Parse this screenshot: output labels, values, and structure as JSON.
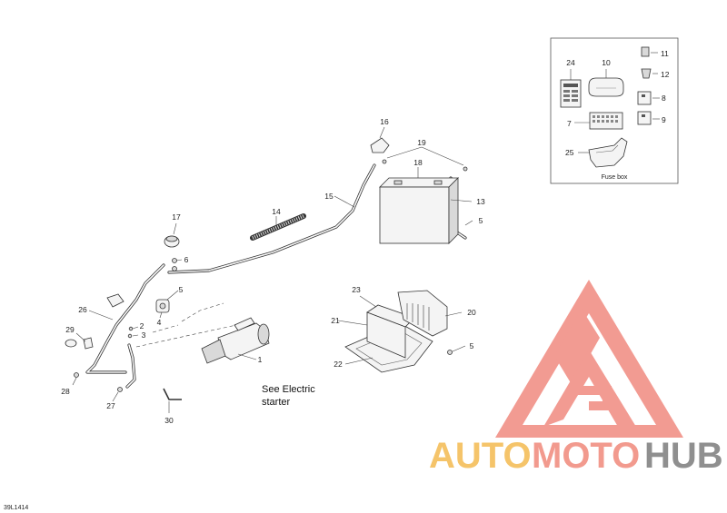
{
  "diagram_code": "39L1414",
  "callouts": {
    "c1": "1",
    "c2": "2",
    "c3": "3",
    "c4": "4",
    "c5a": "5",
    "c5b": "5",
    "c5c": "5",
    "c6": "6",
    "c7": "7",
    "c8": "8",
    "c9": "9",
    "c10": "10",
    "c11": "11",
    "c12": "12",
    "c13": "13",
    "c14": "14",
    "c15": "15",
    "c16": "16",
    "c17": "17",
    "c18": "18",
    "c19": "19",
    "c20": "20",
    "c21": "21",
    "c22": "22",
    "c23": "23",
    "c24": "24",
    "c25": "25",
    "c26": "26",
    "c27": "27",
    "c28": "28",
    "c29": "29",
    "c30": "30"
  },
  "starter_note": {
    "line1": "See Electric",
    "line2": "starter"
  },
  "inset": {
    "caption": "Fuse box"
  },
  "watermark": {
    "auto": "AUTO",
    "moto": "MOTO",
    "hub": "HUB",
    "colors": {
      "auto": "#f5c46a",
      "moto": "#f29a8e",
      "hub": "#8f8f8f",
      "logo": "#f08a80"
    }
  }
}
